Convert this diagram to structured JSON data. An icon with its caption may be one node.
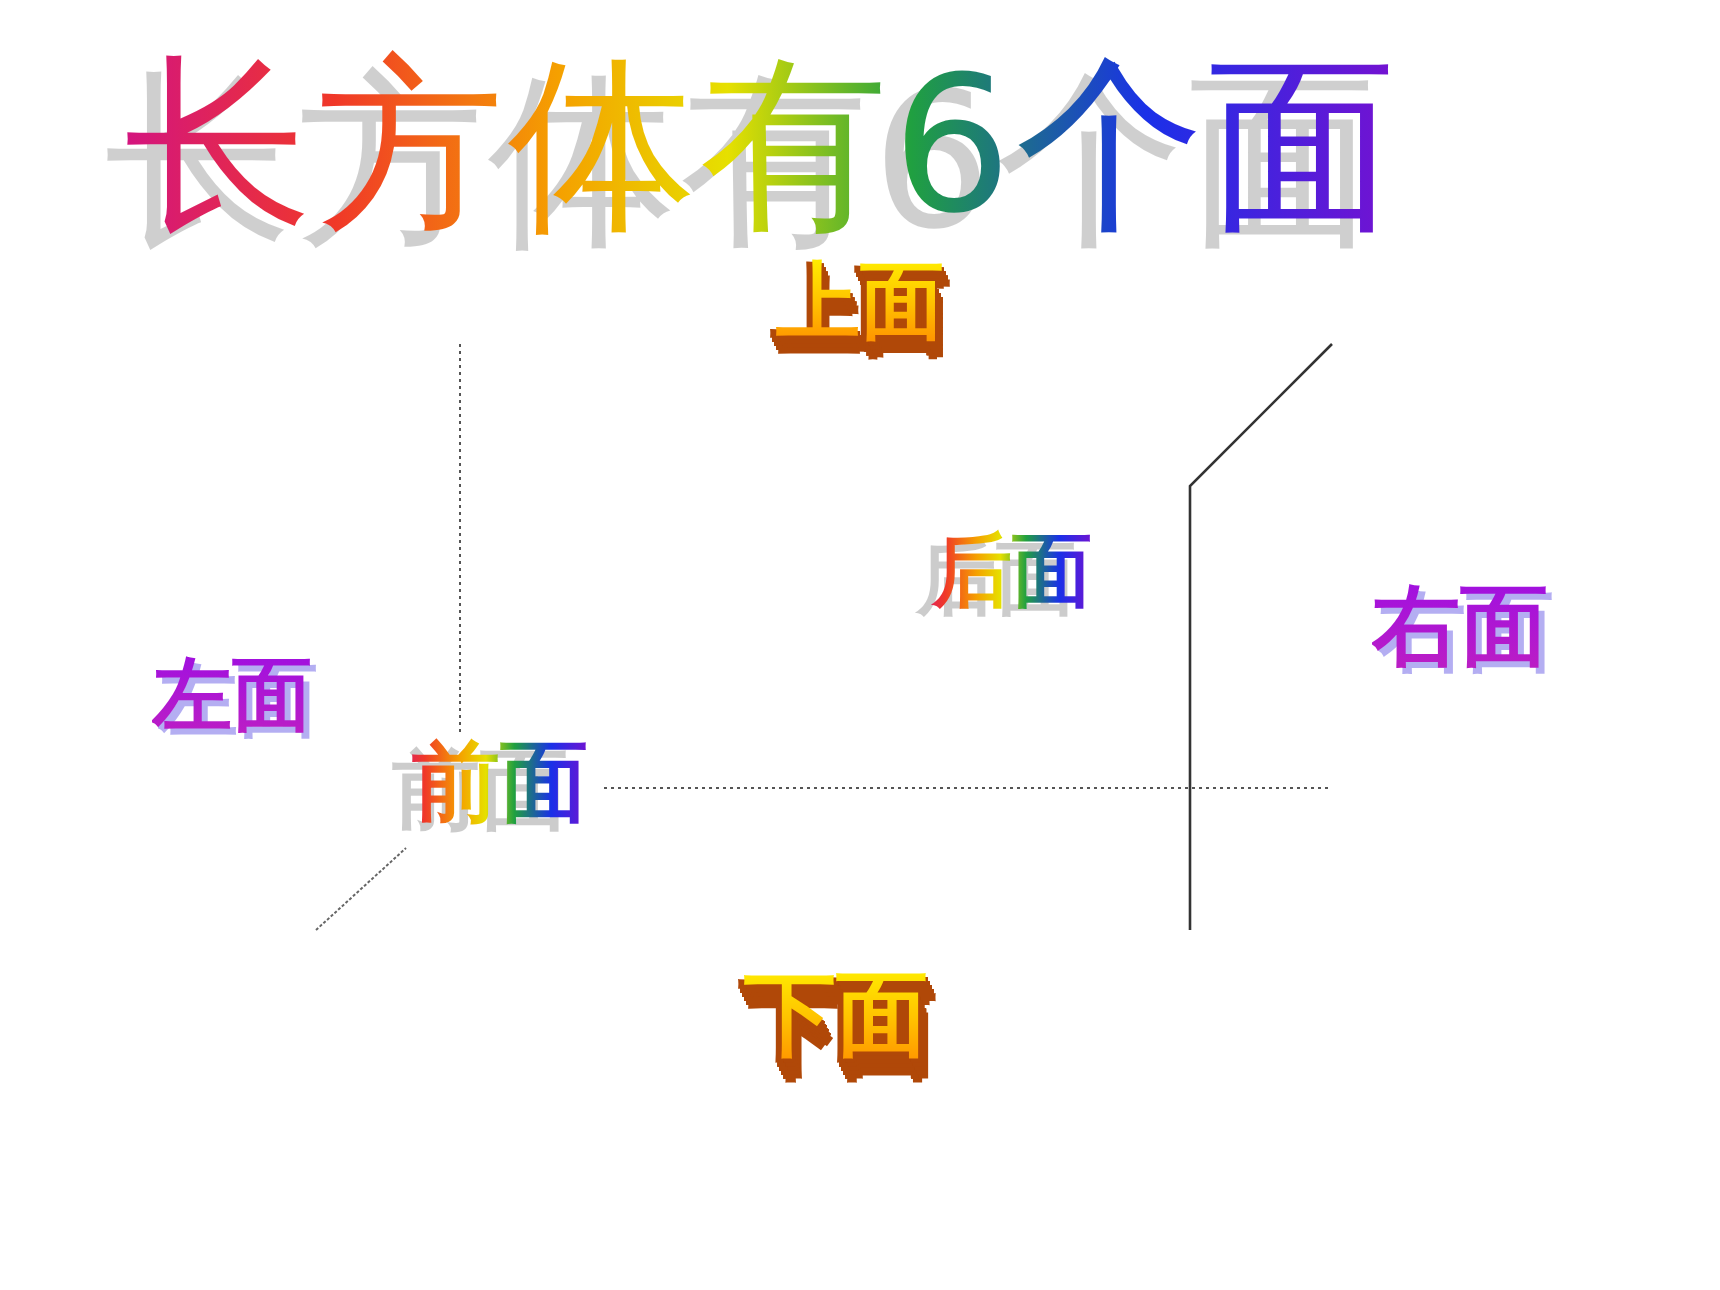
{
  "diagram": {
    "title": "长方体有6个面",
    "labels": [
      "上面",
      "后面",
      "右面",
      "左面",
      "前面",
      "下面"
    ]
  }
}
